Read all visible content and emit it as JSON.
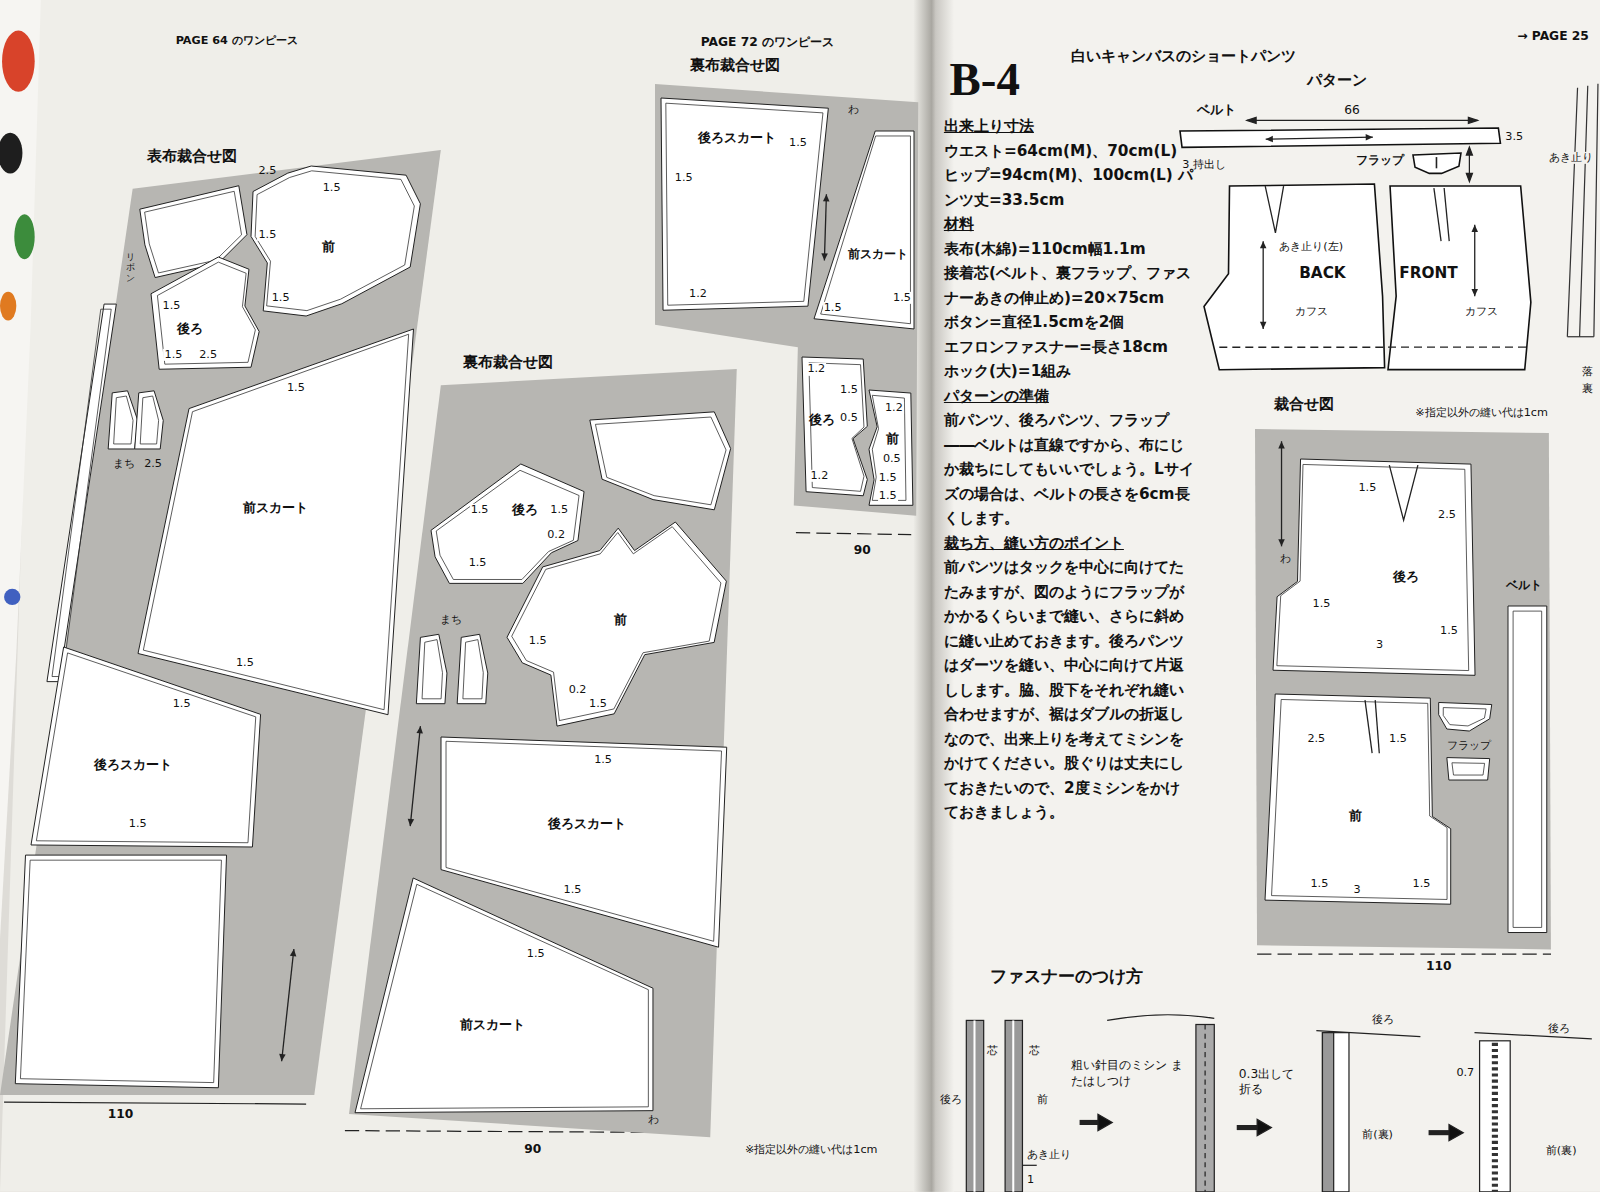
{
  "diagram": {
    "nodes": [
      {
        "text": [
          "表布裁合せ図"
        ]
      },
      {
        "text": [
          "前"
        ],
        "in": 0
      },
      {
        "text": [
          "後ろ"
        ],
        "in": 0
      },
      {
        "text": [
          "前スカート"
        ],
        "in": 0
      },
      {
        "text": [
          "後ろスカート"
        ],
        "in": 0
      },
      {
        "text": [
          "裏布裁合せ図"
        ]
      },
      {
        "text": [
          "後ろ"
        ],
        "in": 5
      },
      {
        "text": [
          "前"
        ],
        "in": 5
      },
      {
        "text": [
          "後ろスカート"
        ],
        "in": 5
      },
      {
        "text": [
          "前スカート"
        ],
        "in": 5
      },
      {
        "text": [
          "裏布裁合せ図"
        ]
      },
      {
        "text": [
          "後ろスカート"
        ],
        "in": 10
      },
      {
        "text": [
          "前スカート"
        ],
        "in": 10
      },
      {
        "text": [
          "後ろ"
        ],
        "in": 10
      },
      {
        "text": [
          "前"
        ],
        "in": 10
      },
      {
        "text": [
          "ベルト"
        ]
      },
      {
        "text": [
          "フラップ"
        ]
      },
      {
        "text": [
          "あき止り(左)",
          "BACK",
          "カフス"
        ]
      },
      {
        "text": [
          "FRONT",
          "カフス"
        ]
      },
      {
        "text": [
          "裁合せ図"
        ]
      },
      {
        "text": [
          "後ろ"
        ],
        "in": 19
      },
      {
        "text": [
          "前"
        ],
        "in": 19
      },
      {
        "text": [
          "ベルト"
        ],
        "in": 19
      }
    ],
    "labels": [
      "PAGE 64 のワンピース",
      "PAGE 72 のワンピース",
      "2.5",
      "1.5",
      "1.5",
      "1.5",
      "1.5",
      "1.5",
      "2.5",
      "リボン",
      "まち",
      "2.5",
      "1.5",
      "1.5",
      "1.5",
      "1.5",
      "110",
      "1.5",
      "1.5",
      "0.2",
      "1.5",
      "まち",
      "1.5",
      "0.2",
      "1.5",
      "1.5",
      "1.5",
      "1.5",
      "わ",
      "90",
      "※指定以外の縫い代は1cm",
      "わ",
      "1.5",
      "1.5",
      "1.2",
      "1.5",
      "1.5",
      "1.2",
      "1.5",
      "0.5",
      "1.2",
      "1.2",
      "0.5",
      "1.5",
      "1.5",
      "90",
      "B-4",
      "白いキャンバスのショートパンツ",
      "→ PAGE 25",
      "出来上り寸法",
      "ウエスト=64cm(M)、70cm(L) ヒップ=94cm(M)、100cm(L) パンツ丈=33.5cm",
      "材料",
      "表布(木綿)=110cm幅1.1m",
      "接着芯(ベルト、裏フラップ、ファスナーあきの伸止め)=20×75cm",
      "ボタン=直径1.5cmを2個",
      "エフロンファスナー=長さ18cm",
      "ホック(大)=1組み",
      "パターンの準備",
      "前パンツ、後ろパンツ、フラップ――ベルトは直線ですから、布にじか裁ちにしてもいいでしょう。Lサイズの場合は、ベルトの長さを6cm長くします。",
      "裁ち方、縫い方のポイント",
      "前パンツはタックを中心に向けてたたみますが、図のようにフラップがかかるくらいまで縫い、さらに斜めに縫い止めておきます。後ろパンツはダーツを縫い、中心に向けて片返しします。脇、股下をそれぞれ縫い合わせますが、裾はダブルの折返しなので、出来上りを考えてミシンをかけてください。股ぐりは丈夫にしておきたいので、2度ミシンをかけておきましょう。",
      "パターン",
      "66",
      "3.5",
      "3 持出し",
      "あき止り",
      "落",
      "裏",
      "※指定以外の縫い代は1cm",
      "わ",
      "1.5",
      "2.5",
      "1.5",
      "1.5",
      "3",
      "2.5",
      "1.5",
      "1.5",
      "3",
      "1.5",
      "フラップ",
      "110",
      "ファスナーのつけ方",
      "芯",
      "芯",
      "後ろ",
      "前",
      "あき止り",
      "1",
      "粗い針目のミシン またはしつけ",
      "0.3出して 折る",
      "後ろ",
      "前(裏)",
      "後ろ",
      "0.7",
      "前(裏)"
    ]
  }
}
